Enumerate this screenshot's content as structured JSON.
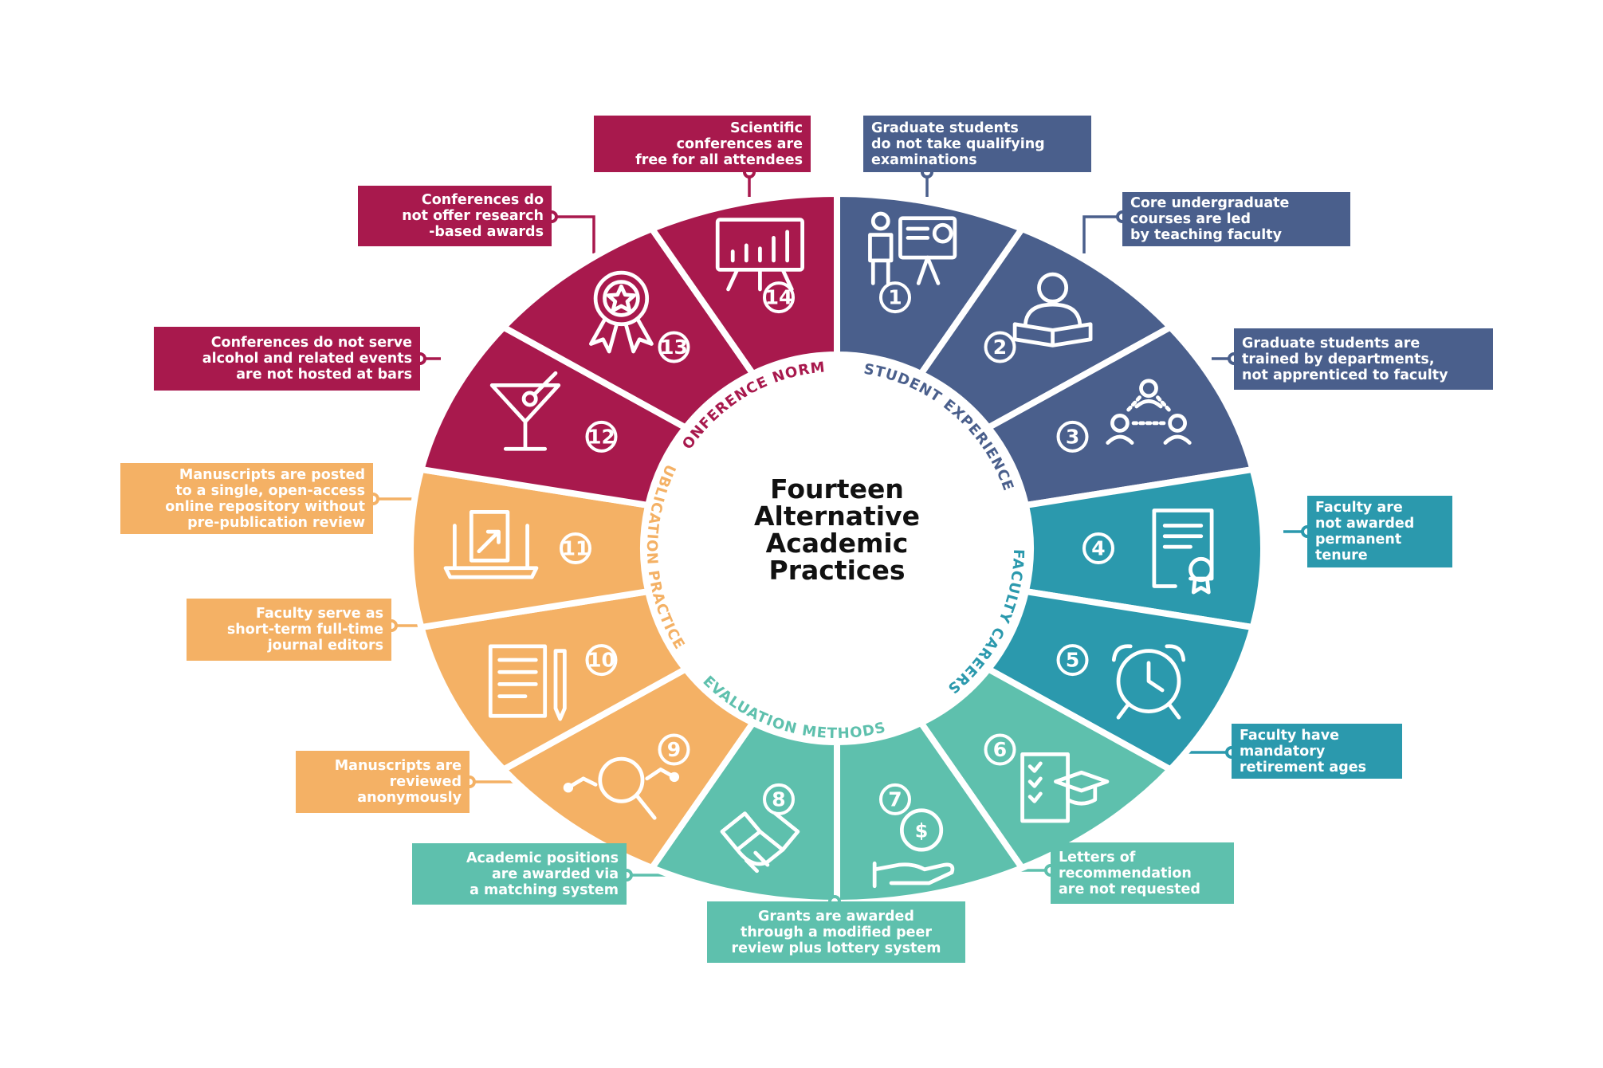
{
  "title_lines": [
    "Fourteen",
    "Alternative",
    "Academic",
    "Practices"
  ],
  "colors": {
    "student_experience": "#4a5f8c",
    "faculty_careers": "#2b99ad",
    "evaluation_methods": "#5ec0ad",
    "publication_practices": "#f4b165",
    "conference_norms": "#a8194d"
  },
  "categories": [
    {
      "id": "student_experience",
      "label": "STUDENT EXPERIENCE"
    },
    {
      "id": "faculty_careers",
      "label": "FACULTY CAREERS"
    },
    {
      "id": "evaluation_methods",
      "label": "EVALUATION METHODS"
    },
    {
      "id": "publication_practices",
      "label": "PUBLICATION PRACTICES"
    },
    {
      "id": "conference_norms",
      "label": "CONFERENCE NORMS"
    }
  ],
  "practices": [
    {
      "number": "1",
      "category": "student_experience",
      "icon": "presentation-icon",
      "text": [
        "Graduate students",
        "do not take qualifying",
        "examinations"
      ]
    },
    {
      "number": "2",
      "category": "student_experience",
      "icon": "reading-teacher-icon",
      "text": [
        "Core undergraduate",
        "courses are led",
        "by teaching faculty"
      ]
    },
    {
      "number": "3",
      "category": "student_experience",
      "icon": "people-network-icon",
      "text": [
        "Graduate students are",
        "trained by departments,",
        "not apprenticed to faculty"
      ]
    },
    {
      "number": "4",
      "category": "faculty_careers",
      "icon": "certificate-icon",
      "text": [
        "Faculty are",
        "not awarded",
        "permanent",
        "tenure"
      ]
    },
    {
      "number": "5",
      "category": "faculty_careers",
      "icon": "alarm-clock-icon",
      "text": [
        "Faculty have",
        "mandatory",
        "retirement ages"
      ]
    },
    {
      "number": "6",
      "category": "evaluation_methods",
      "icon": "graduation-letter-icon",
      "text": [
        "Letters of",
        "recommendation",
        "are not requested"
      ]
    },
    {
      "number": "7",
      "category": "evaluation_methods",
      "icon": "money-hand-icon",
      "text": [
        "Grants are awarded",
        "through a modified peer",
        "review plus lottery system"
      ]
    },
    {
      "number": "8",
      "category": "evaluation_methods",
      "icon": "puzzle-handshake-icon",
      "text": [
        "Academic positions",
        "are awarded via",
        "a matching system"
      ]
    },
    {
      "number": "9",
      "category": "publication_practices",
      "icon": "magnifier-graph-icon",
      "text": [
        "Manuscripts are",
        "reviewed",
        "anonymously"
      ]
    },
    {
      "number": "10",
      "category": "publication_practices",
      "icon": "document-pen-icon",
      "text": [
        "Faculty serve as",
        "short-term full-time",
        "journal editors"
      ]
    },
    {
      "number": "11",
      "category": "publication_practices",
      "icon": "laptop-document-icon",
      "text": [
        "Manuscripts are posted",
        "to a single, open-access",
        "online repository without",
        "pre-publication review"
      ]
    },
    {
      "number": "12",
      "category": "conference_norms",
      "icon": "cocktail-glass-icon",
      "text": [
        "Conferences do not serve",
        "alcohol and related events",
        "are not hosted at bars"
      ]
    },
    {
      "number": "13",
      "category": "conference_norms",
      "icon": "award-rosette-icon",
      "text": [
        "Conferences do",
        "not offer research",
        "-based awards"
      ]
    },
    {
      "number": "14",
      "category": "conference_norms",
      "icon": "bar-chart-board-icon",
      "text": [
        "Scientific",
        "conferences are",
        "free for all attendees"
      ]
    }
  ]
}
